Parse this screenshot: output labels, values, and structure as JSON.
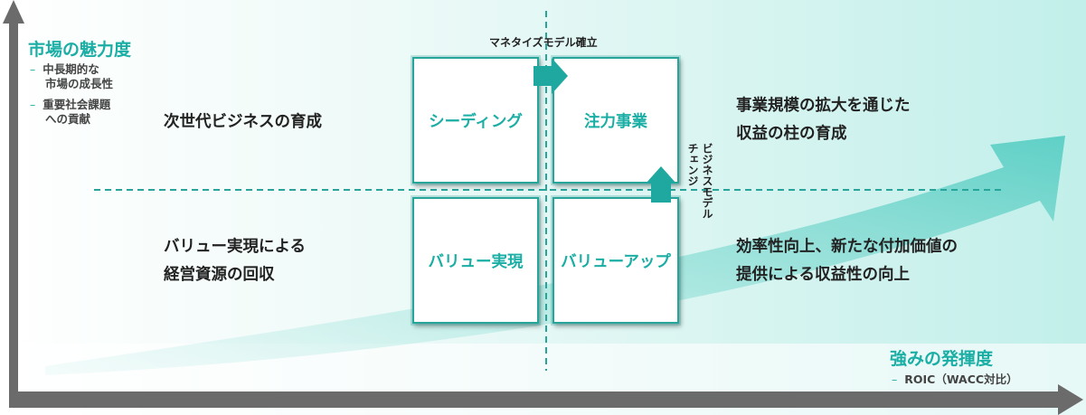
{
  "y_axis": {
    "title": "市場の魅力度",
    "items": [
      {
        "dash": "–",
        "line1": "中長期的な",
        "line2": "市場の成長性"
      },
      {
        "dash": "–",
        "line1": "重要社会課題",
        "line2": "への貢献"
      }
    ]
  },
  "x_axis": {
    "title": "強みの発揮度",
    "items": [
      {
        "dash": "–",
        "text": "ROIC（WACC対比）"
      }
    ]
  },
  "quadrants": {
    "top_left": "シーディング",
    "top_right": "注力事業",
    "bottom_left": "バリュー実現",
    "bottom_right": "バリューアップ"
  },
  "descriptions": {
    "top_left": [
      "次世代ビジネスの育成"
    ],
    "top_right": [
      "事業規模の拡大を通じた",
      "収益の柱の育成"
    ],
    "bottom_left": [
      "バリュー実現による",
      "経営資源の回収"
    ],
    "bottom_right": [
      "効率性向上、新たな付加価値の",
      "提供による収益性の向上"
    ]
  },
  "transitions": {
    "monetize": "マネタイズモデル確立",
    "business_model_change": [
      "ビジネスモデル",
      "チェンジ"
    ]
  },
  "colors": {
    "accent": "#1aaea5",
    "cell_border": "#27a59b",
    "axis": "#6b6b6b",
    "background_band": "#dff5f3"
  }
}
